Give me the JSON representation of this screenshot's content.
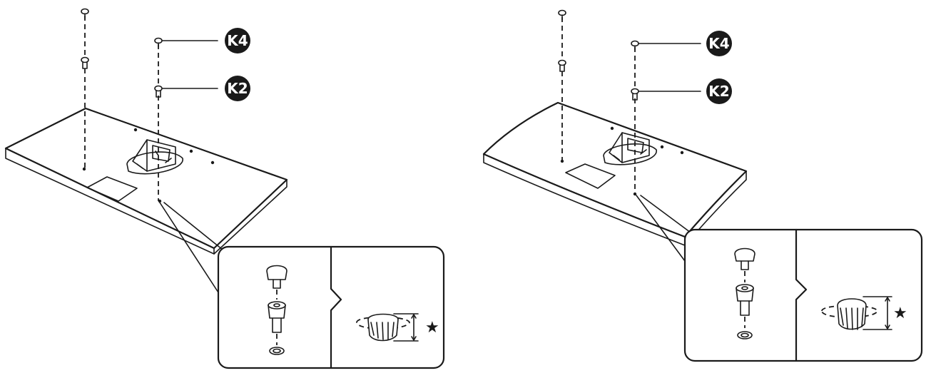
{
  "figure": {
    "left_panel": {
      "callouts": [
        {
          "id": "k4",
          "label": "K4"
        },
        {
          "id": "k2",
          "label": "K2"
        }
      ],
      "detail_symbol": "★"
    },
    "right_panel": {
      "callouts": [
        {
          "id": "k4",
          "label": "K4"
        },
        {
          "id": "k2",
          "label": "K2"
        }
      ],
      "detail_symbol": "★"
    }
  }
}
